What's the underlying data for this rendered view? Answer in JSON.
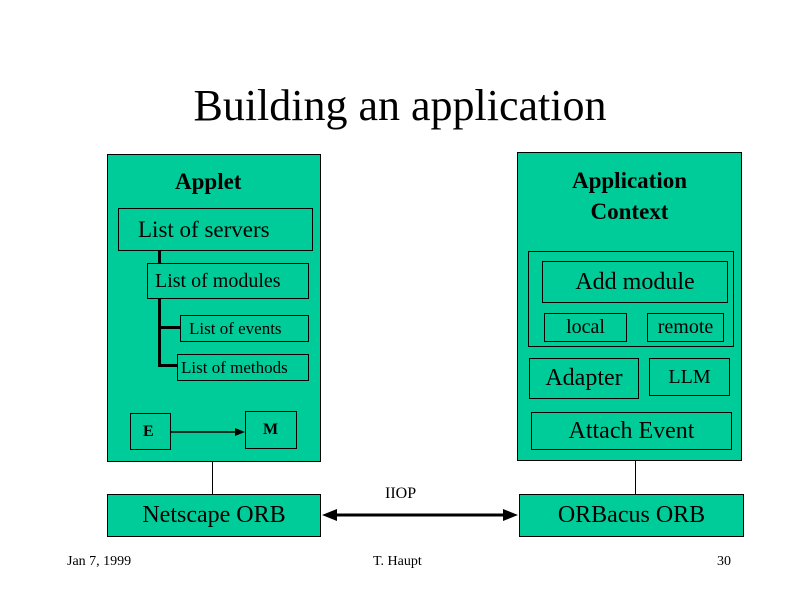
{
  "slide": {
    "title": "Building an application",
    "footer": {
      "date": "Jan 7, 1999",
      "author": "T. Haupt",
      "page": "30"
    }
  },
  "applet": {
    "heading": "Applet",
    "servers": "List of servers",
    "modules": "List of modules",
    "events": "List of events",
    "methods": "List of methods",
    "e_label": "E",
    "m_label": "M"
  },
  "context": {
    "heading_line1": "Application",
    "heading_line2": "Context",
    "add_module": "Add module",
    "local": "local",
    "remote": "remote",
    "adapter": "Adapter",
    "llm": "LLM",
    "attach_event": "Attach Event"
  },
  "orbs": {
    "left": "Netscape ORB",
    "right": "ORBacus ORB",
    "protocol": "IIOP"
  },
  "colors": {
    "panel_fill": "#00cc99",
    "stroke": "#000000"
  }
}
